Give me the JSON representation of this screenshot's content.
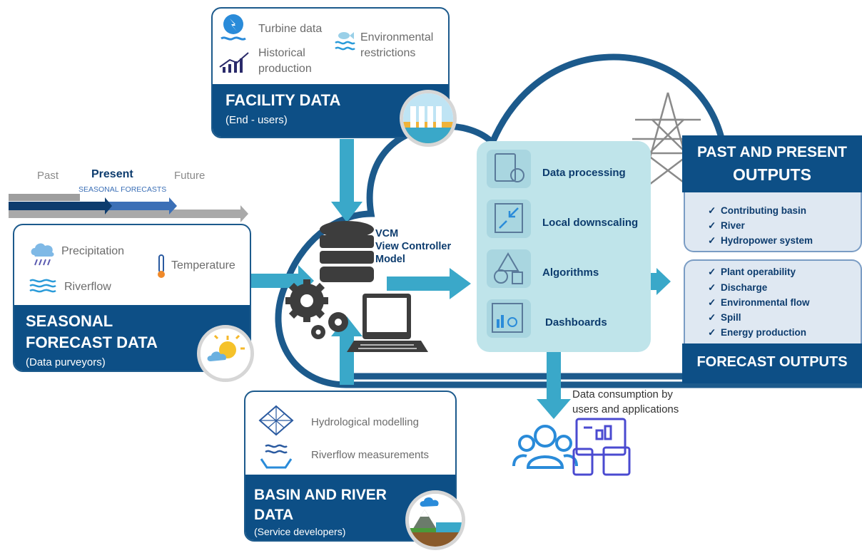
{
  "facility": {
    "turbine": "Turbine data",
    "env1": "Environmental",
    "env2": "restrictions",
    "hist1": "Historical",
    "hist2": "production",
    "title": "FACILITY DATA",
    "subtitle": "(End - users)"
  },
  "timeline": {
    "past": "Past",
    "present": "Present",
    "future": "Future",
    "seasonal": "SEASONAL FORECASTS"
  },
  "seasonal": {
    "precip": "Precipitation",
    "temp": "Temperature",
    "riverflow": "Riverflow",
    "title1": "SEASONAL",
    "title2": "FORECAST DATA",
    "subtitle": "(Data purveyors)"
  },
  "vcm": {
    "l1": "VCM",
    "l2": "View Controller",
    "l3": "Model"
  },
  "processing": [
    "Data processing",
    "Local downscaling",
    "Algorithms",
    "Dashboards"
  ],
  "past_present": {
    "title1": "PAST AND PRESENT",
    "title2": "OUTPUTS",
    "items": [
      "Contributing basin",
      "River",
      "Hydropower system"
    ]
  },
  "forecast": {
    "items": [
      "Plant operability",
      "Discharge",
      "Environmental flow",
      "Spill",
      "Energy production"
    ],
    "title": "FORECAST OUTPUTS"
  },
  "check_glyph": "✓",
  "consumption": {
    "l1": "Data consumption by",
    "l2": "users and applications"
  },
  "basin": {
    "hydro": "Hydrological modelling",
    "riverflow": "Riverflow measurements",
    "title1": "BASIN AND RIVER",
    "title2": "DATA",
    "subtitle": "(Service developers)"
  },
  "colors": {
    "navy": "#0d4f86",
    "arrow": "#3aa8c9",
    "panel": "#bfe4ea",
    "output": "#dfe8f2",
    "cloud": "#1c5a8c"
  }
}
